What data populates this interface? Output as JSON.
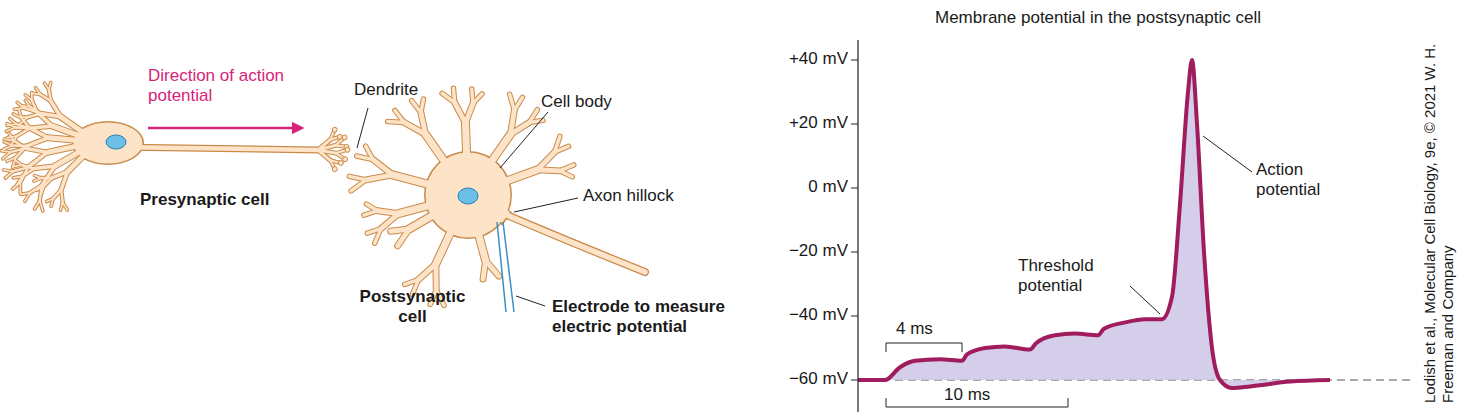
{
  "diagram": {
    "title": "Membrane potential in the postsynaptic cell",
    "labels": [
      "Direction of action potential",
      "Dendrite",
      "Cell body",
      "Presynaptic cell",
      "Axon hillock",
      "Postsynaptic cell",
      "Electrode to measure electric potential",
      "+40 mV",
      "+20 mV",
      "0 mV",
      "−20 mV",
      "−40 mV",
      "−60 mV",
      "4 ms",
      "10 ms",
      "Threshold potential",
      "Action potential",
      "Lodish et al., Molecular Cell Biology, 9e, © 2021 W. H. Freeman and Company"
    ]
  }
}
